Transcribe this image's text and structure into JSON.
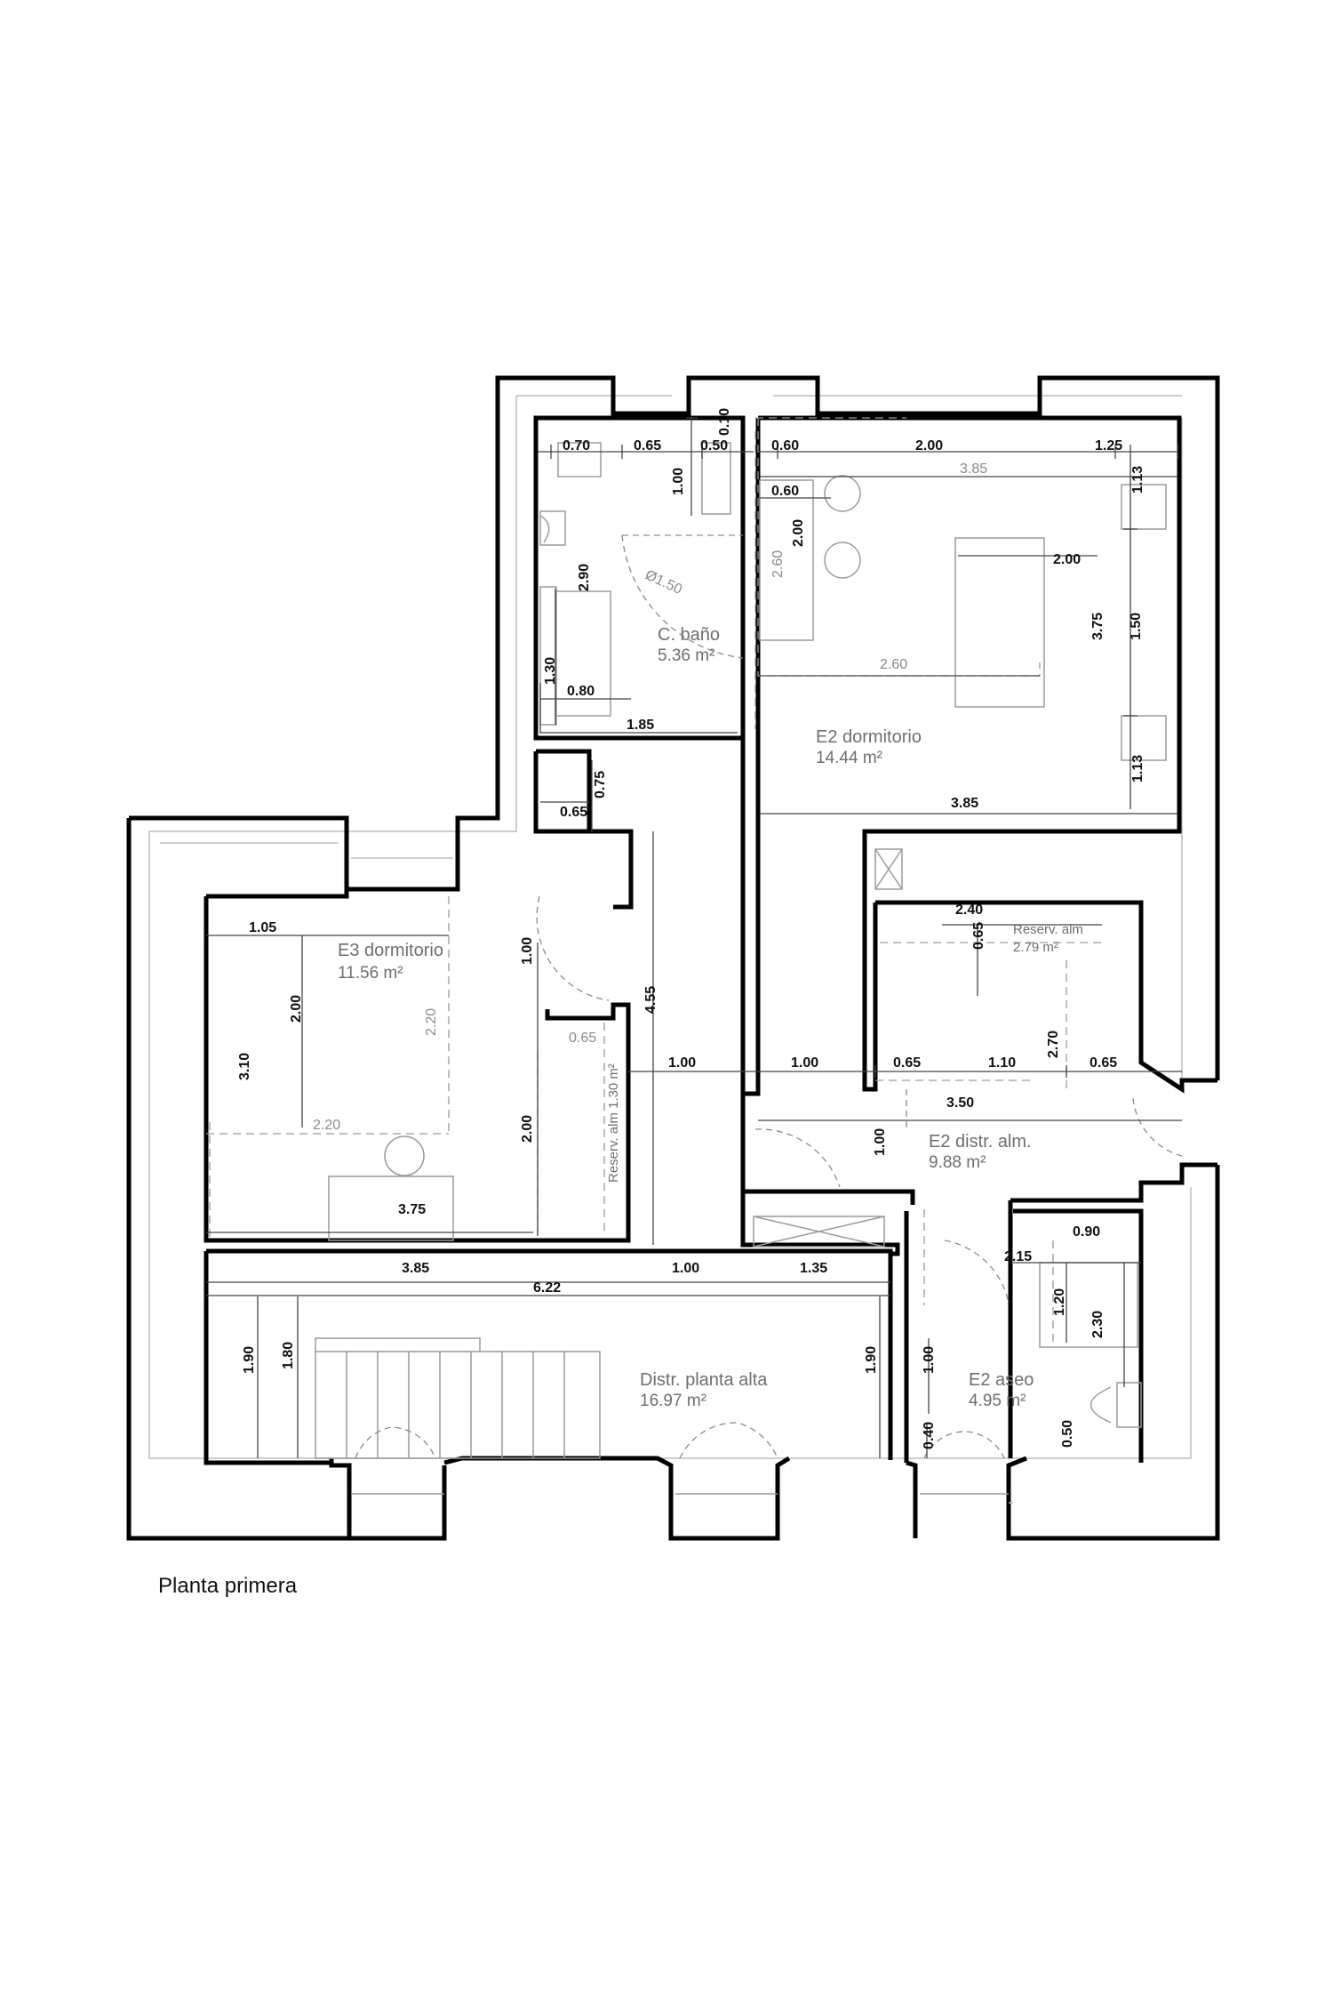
{
  "caption": "Planta primera",
  "rooms": {
    "bano": {
      "name": "C. baño",
      "area": "5.36 m²"
    },
    "e2_dormitorio": {
      "name": "E2 dormitorio",
      "area": "14.44 m²"
    },
    "e3_dormitorio": {
      "name": "E3 dormitorio",
      "area": "11.56 m²"
    },
    "reserv_alm": {
      "name": "Reserv. alm",
      "area": "2.79 m²"
    },
    "reserv_alm_e3": {
      "label": "Reserv. alm 1.30 m²"
    },
    "e2_distr": {
      "name": "E2 distr. alm.",
      "area": "9.88 m²"
    },
    "distr_planta_alta": {
      "name": "Distr. planta alta",
      "area": "16.97 m²"
    },
    "e2_aseo": {
      "name": "E2 aseo",
      "area": "4.95 m²"
    }
  },
  "dims": {
    "b1": "0.70",
    "b2": "0.65",
    "b3": "0.50",
    "b4": "0.10",
    "b5": "1.00",
    "b6": "2.90",
    "b7": "Ø1.50",
    "b8": "1.30",
    "b9": "0.80",
    "b10": "1.85",
    "b11": "0.75",
    "b12": "0.65",
    "d1": "0.60",
    "d2": "2.00",
    "d3": "1.25",
    "d4": "3.85",
    "d5": "0.60",
    "d6": "1.13",
    "d7": "2.00",
    "d8": "2.60",
    "d9": "2.00",
    "d10": "3.75",
    "d11": "1.50",
    "d12": "2.60",
    "d13": "1.13",
    "d14": "3.85",
    "r1": "2.40",
    "r2": "0.65",
    "e1": "1.05",
    "e2": "2.00",
    "e3": "2.20",
    "e4": "3.10",
    "e5": "1.00",
    "e6": "2.20",
    "e7": "2.00",
    "e8": "3.75",
    "e9": "4.55",
    "e10": "0.65",
    "h1": "1.00",
    "h2": "1.00",
    "h3": "0.65",
    "h4": "1.10",
    "h5": "2.70",
    "h6": "0.65",
    "h7": "3.50",
    "h8": "1.00",
    "s1": "3.85",
    "s2": "1.00",
    "s3": "1.35",
    "s4": "6.22",
    "s5": "1.90",
    "s6": "1.80",
    "s7": "1.90",
    "a1": "2.15",
    "a2": "0.90",
    "a3": "1.20",
    "a4": "2.30",
    "a5": "1.00",
    "a6": "0.40",
    "a7": "0.50"
  }
}
